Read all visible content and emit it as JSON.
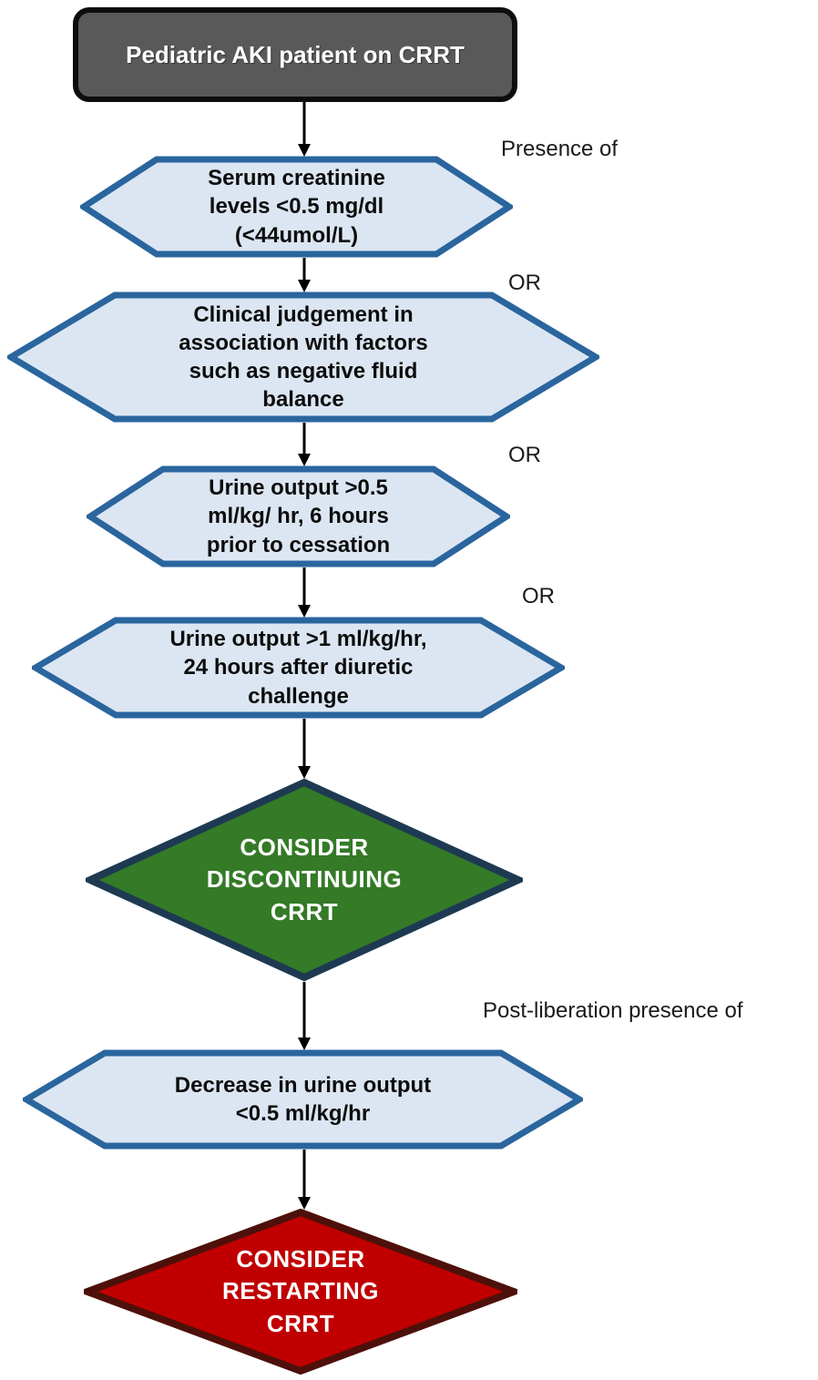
{
  "colors": {
    "start_fill": "#595959",
    "start_border": "#0d0d0d",
    "hex_fill": "#dce6f2",
    "hex_border": "#2a659e",
    "green_fill": "#347a27",
    "green_border": "#1d3a52",
    "red_fill": "#c00000",
    "red_border": "#4e100a",
    "arrow": "#000000",
    "text_dark": "#0d0d0d",
    "text_light": "#ffffff"
  },
  "nodes": {
    "start": {
      "text": "Pediatric AKI patient on CRRT"
    },
    "criteria": [
      {
        "id": "serum-creatinine",
        "text": "Serum creatinine\nlevels <0.5 mg/dl\n(<44umol/L)"
      },
      {
        "id": "clinical-judgement",
        "text": "Clinical judgement in\nassociation with factors\nsuch as negative fluid\nbalance"
      },
      {
        "id": "urine-output-6h",
        "text": "Urine output >0.5\nml/kg/ hr, 6 hours\nprior to cessation"
      },
      {
        "id": "urine-output-24h",
        "text": "Urine output >1 ml/kg/hr,\n24 hours after diuretic\nchallenge"
      },
      {
        "id": "post-liberation-urine-output",
        "text": "Decrease in urine output\n<0.5 ml/kg/hr"
      }
    ],
    "decision_discontinue": {
      "text": "CONSIDER\nDISCONTINUING\nCRRT"
    },
    "decision_restart": {
      "text": "CONSIDER\nRESTARTING\nCRRT"
    }
  },
  "labels": {
    "presence_of": "Presence of",
    "or_1": "OR",
    "or_2": "OR",
    "or_3": "OR",
    "post_liberation": "Post-liberation presence of"
  }
}
